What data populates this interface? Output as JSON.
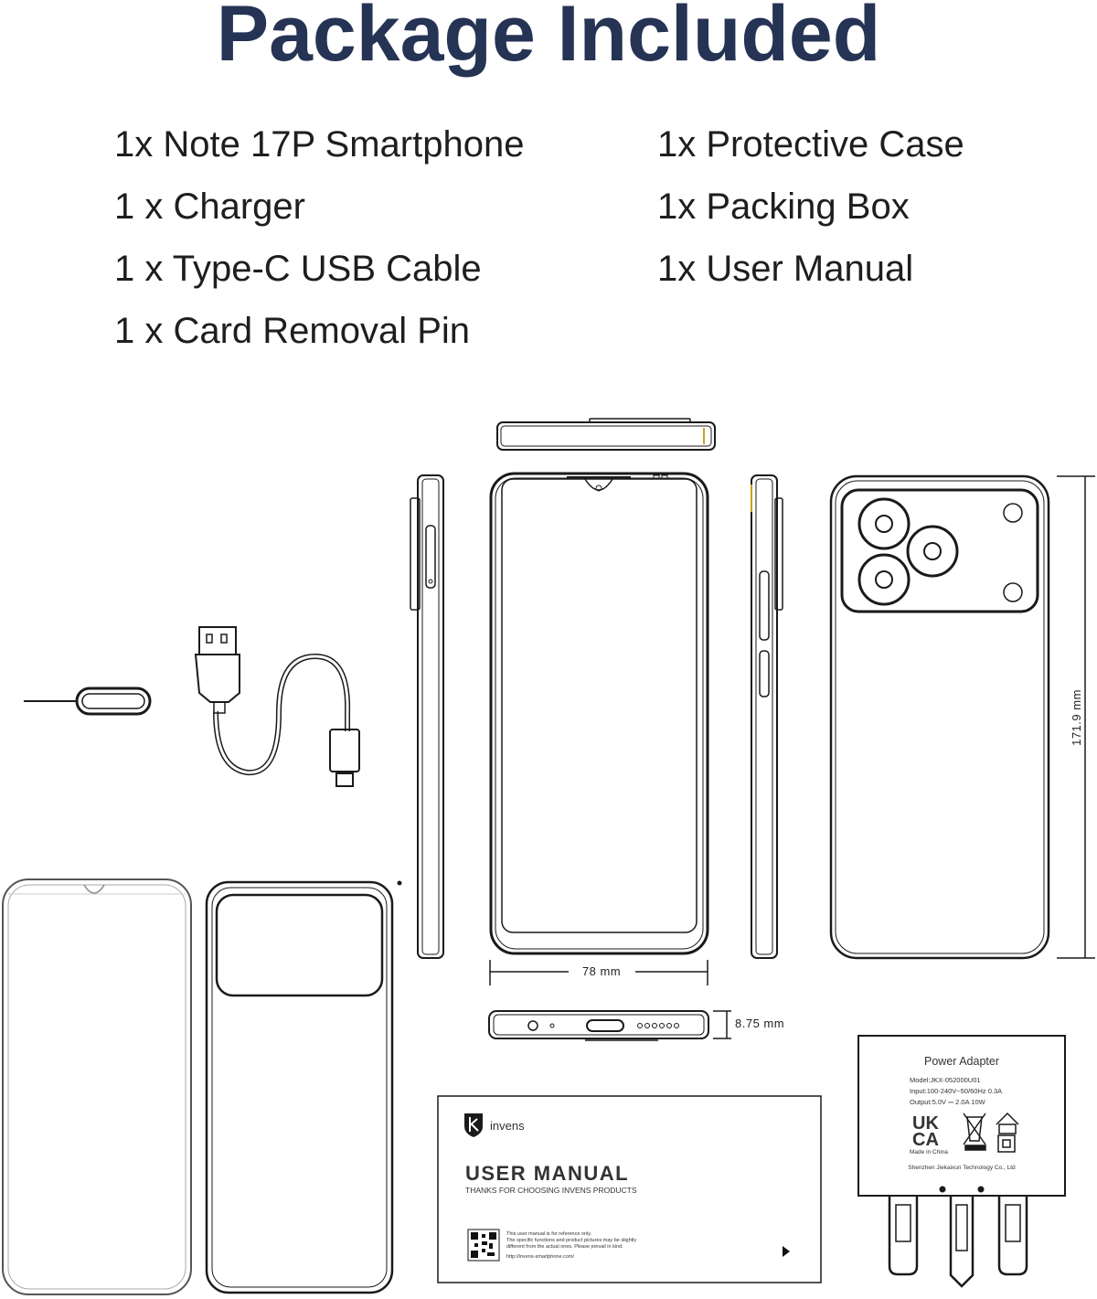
{
  "title": "Package Included",
  "items_left": [
    "1x Note 17P Smartphone",
    "1 x Charger",
    "1 x Type-C USB Cable",
    "1 x Card Removal Pin"
  ],
  "items_right": [
    "1x Protective Case",
    "1x Packing Box",
    "1x User Manual"
  ],
  "dimensions": {
    "width": "78 mm",
    "height": "171.9 mm",
    "thickness": "8.75 mm"
  },
  "manual": {
    "brand": "invens",
    "title": "USER MANUAL",
    "subtitle": "THANKS FOR CHOOSING INVENS PRODUCTS",
    "note_1": "This user manual is for reference only.",
    "note_2": "The specific functions and product pictures may be slightly",
    "note_3": "different from the actual ones. Please prevail in kind.",
    "url": "http://invens-smartphone.com/"
  },
  "adapter": {
    "title": "Power Adapter",
    "model": "Model:JKX-052000U01",
    "input": "Input:100-240V~50/60Hz 0.3A",
    "output": "Output:5.0V ⎓ 2.0A 10W",
    "mark_top": "UK",
    "mark_bottom": "CA",
    "origin": "Made in China",
    "maker": "Shenzhen Jiekaixun Technology Co., Ltd"
  }
}
